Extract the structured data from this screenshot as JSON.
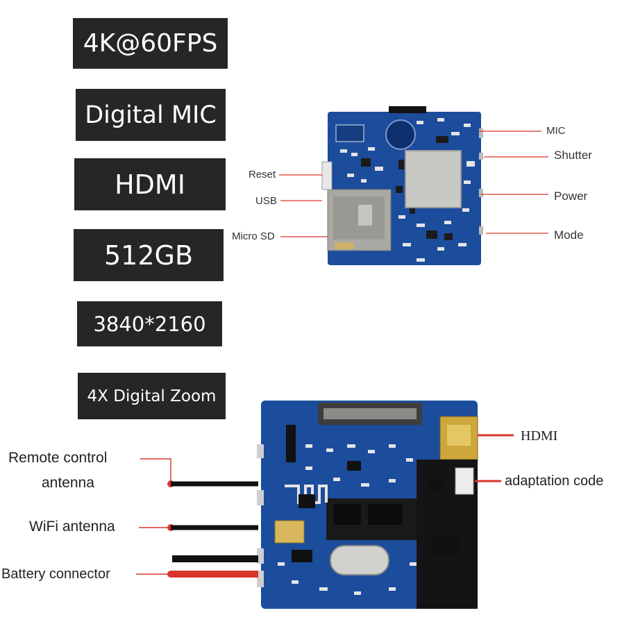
{
  "spec_badges": [
    {
      "text": "4K@60FPS"
    },
    {
      "text": "Digital MIC"
    },
    {
      "text": "HDMI"
    },
    {
      "text": "512GB"
    },
    {
      "text": "3840*2160"
    },
    {
      "text": "4X Digital Zoom"
    }
  ],
  "top_board": {
    "labels": {
      "mic": "MIC",
      "shutter": "Shutter",
      "power": "Power",
      "mode": "Mode",
      "reset": "Reset",
      "usb": "USB",
      "micro_sd": "Micro SD"
    }
  },
  "bottom_board": {
    "labels": {
      "hdmi": "HDMI",
      "adaptation_code": "adaptation code",
      "remote_control_line1": "Remote control",
      "remote_control_line2": "antenna",
      "wifi_antenna": "WiFi antenna",
      "battery_connector": "Battery connector"
    }
  },
  "colors": {
    "badge_bg": "#262626",
    "badge_text": "#ffffff",
    "pointer_red": "#d9352b",
    "pcb_blue": "#1c4c9c"
  }
}
